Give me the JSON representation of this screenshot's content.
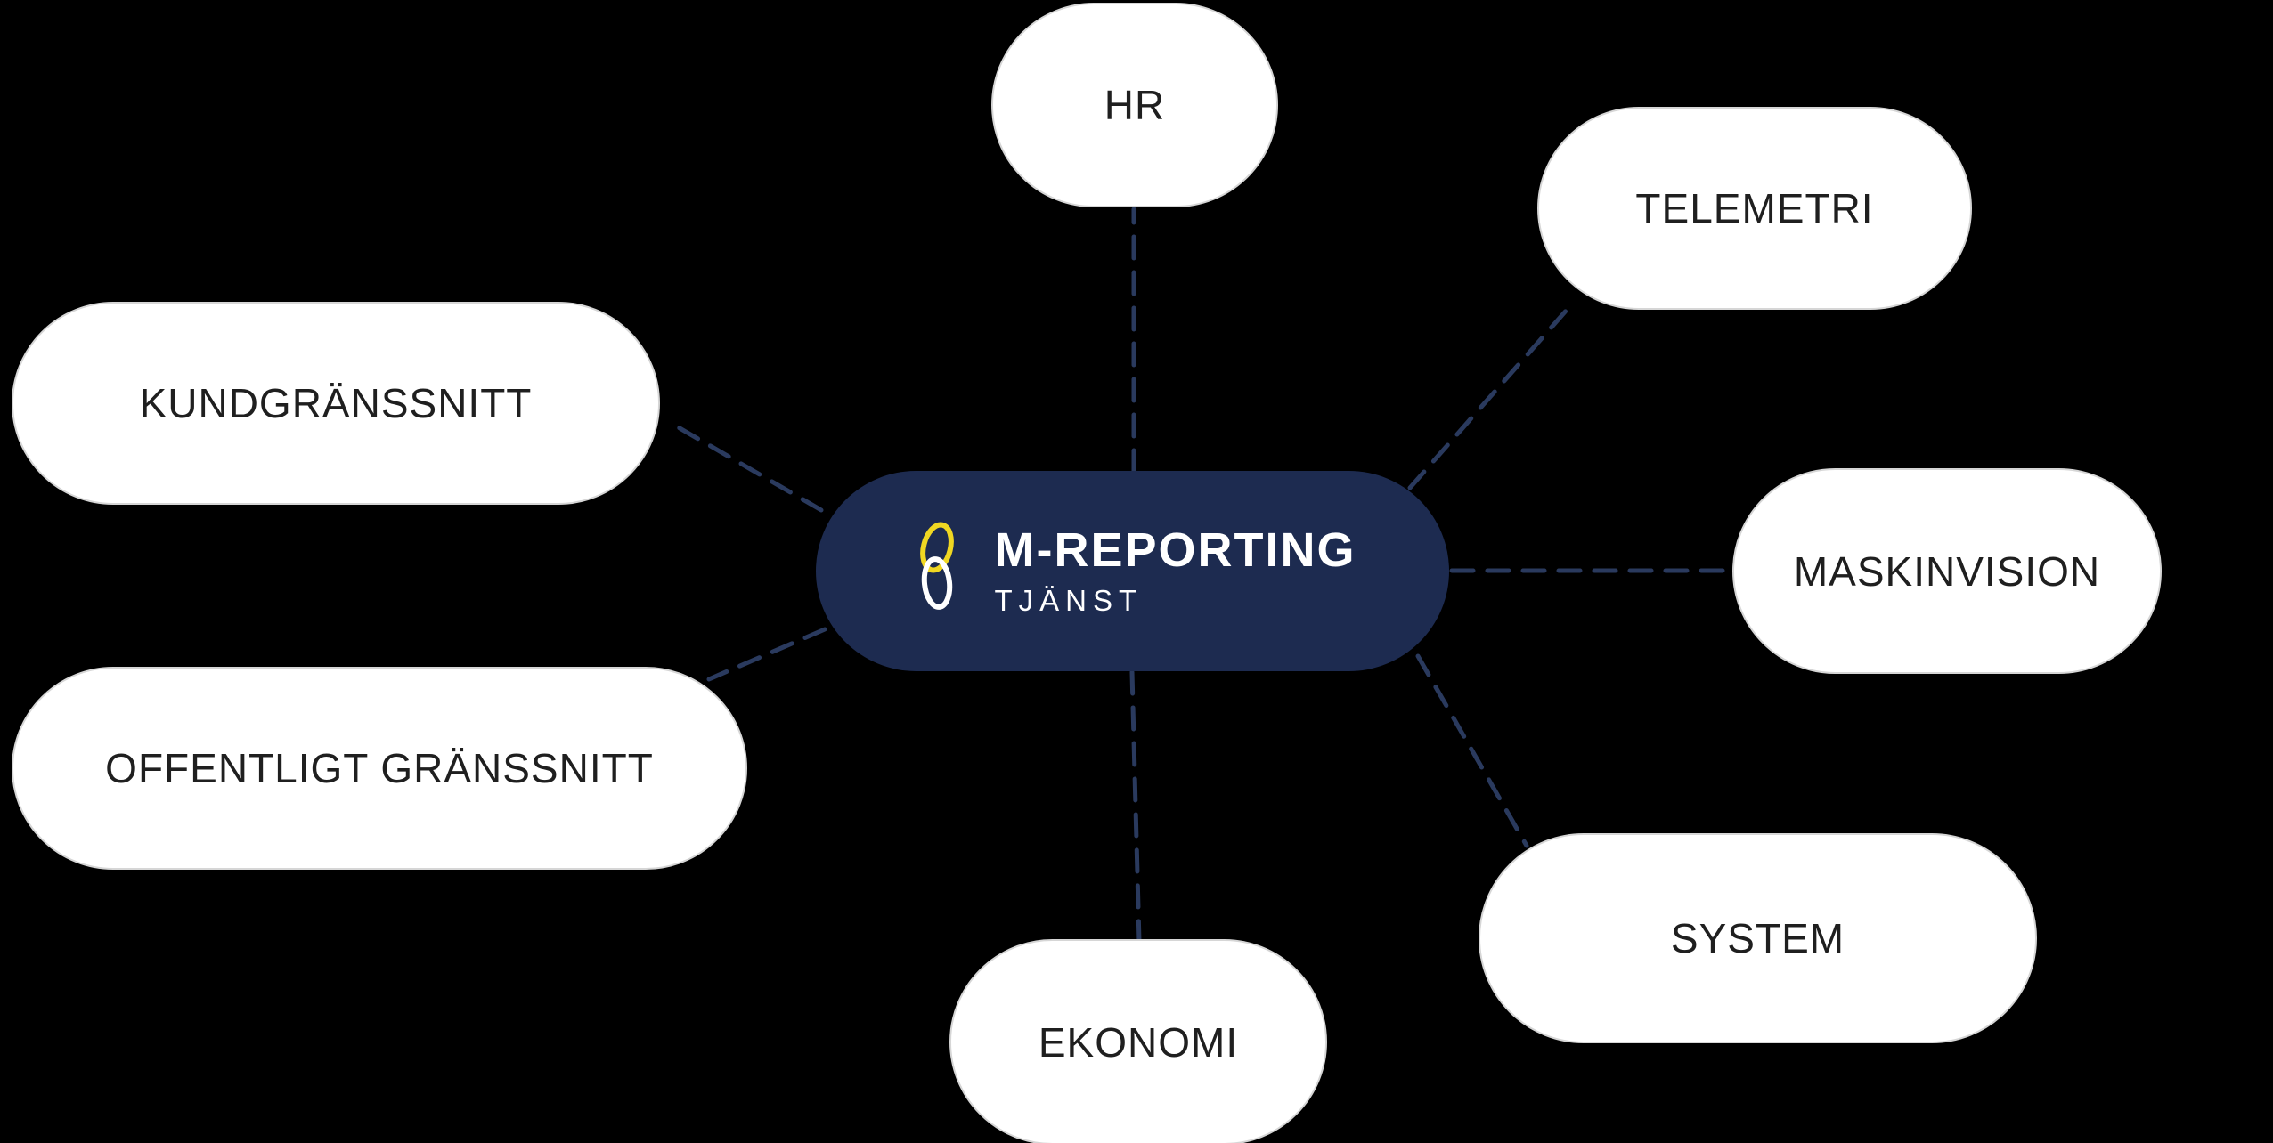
{
  "diagram": {
    "center": {
      "title": "M-REPORTING",
      "subtitle": "TJÄNST",
      "logo": "interlocked-rings-logo"
    },
    "nodes": [
      {
        "id": "hr",
        "label": "HR"
      },
      {
        "id": "telemetri",
        "label": "TELEMETRI"
      },
      {
        "id": "maskinvision",
        "label": "MASKINVISION"
      },
      {
        "id": "system",
        "label": "SYSTEM"
      },
      {
        "id": "ekonomi",
        "label": "EKONOMI"
      },
      {
        "id": "offentligt-granssnitt",
        "label": "OFFENTLIGT GRÄNSSNITT"
      },
      {
        "id": "kundgranssnitt",
        "label": "KUNDGRÄNSSNITT"
      }
    ]
  },
  "colors": {
    "bg": "#000000",
    "node_bg": "#ffffff",
    "node_border": "#d6d6d6",
    "node_text": "#1f1f1f",
    "connector": "#2a3a5e",
    "center_bg": "#1d2b50",
    "center_text": "#ffffff",
    "logo_yellow": "#f0d722",
    "logo_white": "#ffffff"
  }
}
